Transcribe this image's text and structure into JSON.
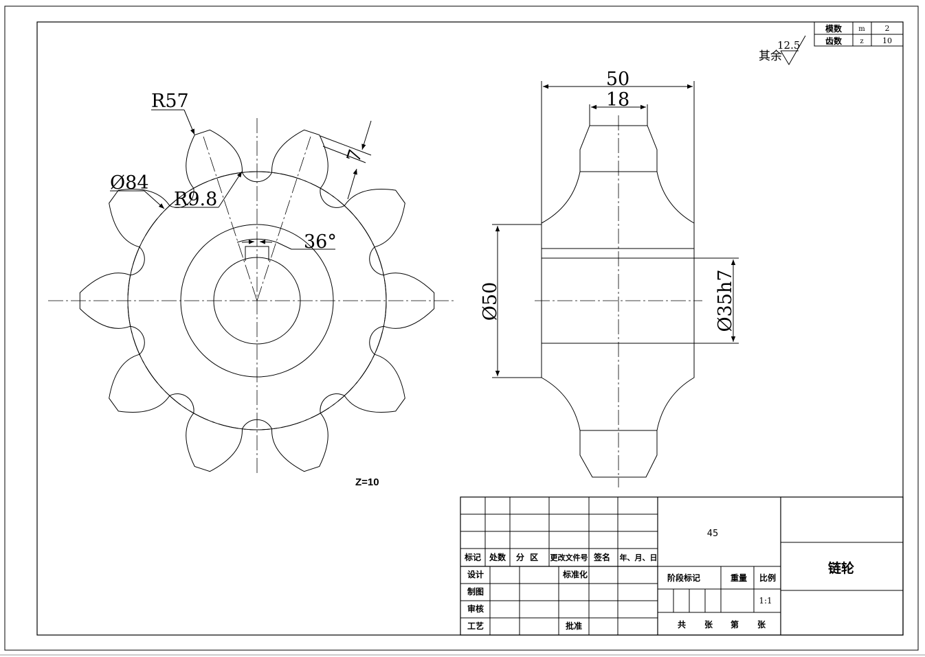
{
  "drawing": {
    "front_view": {
      "teeth": 10,
      "z_label": "Z=10",
      "dims": {
        "tip_radius": "R57",
        "pitch_dia": "Ø84",
        "root_radius": "R9.8",
        "tooth_height": "7",
        "tooth_angle": "36°"
      }
    },
    "side_view": {
      "dims": {
        "overall_width": "50",
        "tooth_width": "18",
        "hub_dia": "Ø50",
        "bore": "Ø35h7"
      }
    },
    "surface_finish": {
      "label": "其余",
      "value": "12.5"
    }
  },
  "param_table": {
    "rows": [
      {
        "name": "模数",
        "symbol": "m",
        "value": "2"
      },
      {
        "name": "齿数",
        "symbol": "z",
        "value": "10"
      }
    ]
  },
  "title_block": {
    "material": "45",
    "part_name": "链轮",
    "scale": "1:1",
    "labels": {
      "mark": "标记",
      "count": "处数",
      "zone": "分  区",
      "change_doc": "更改文件号",
      "signature": "签名",
      "date": "年、月、日",
      "design": "设计",
      "standardize": "标准化",
      "draw": "制图",
      "check": "审核",
      "process": "工艺",
      "approve": "批准",
      "stage": "阶段标记",
      "weight": "重量",
      "ratio": "比例",
      "total": "共",
      "sheets": "张",
      "page": "第",
      "sheets2": "张"
    }
  }
}
